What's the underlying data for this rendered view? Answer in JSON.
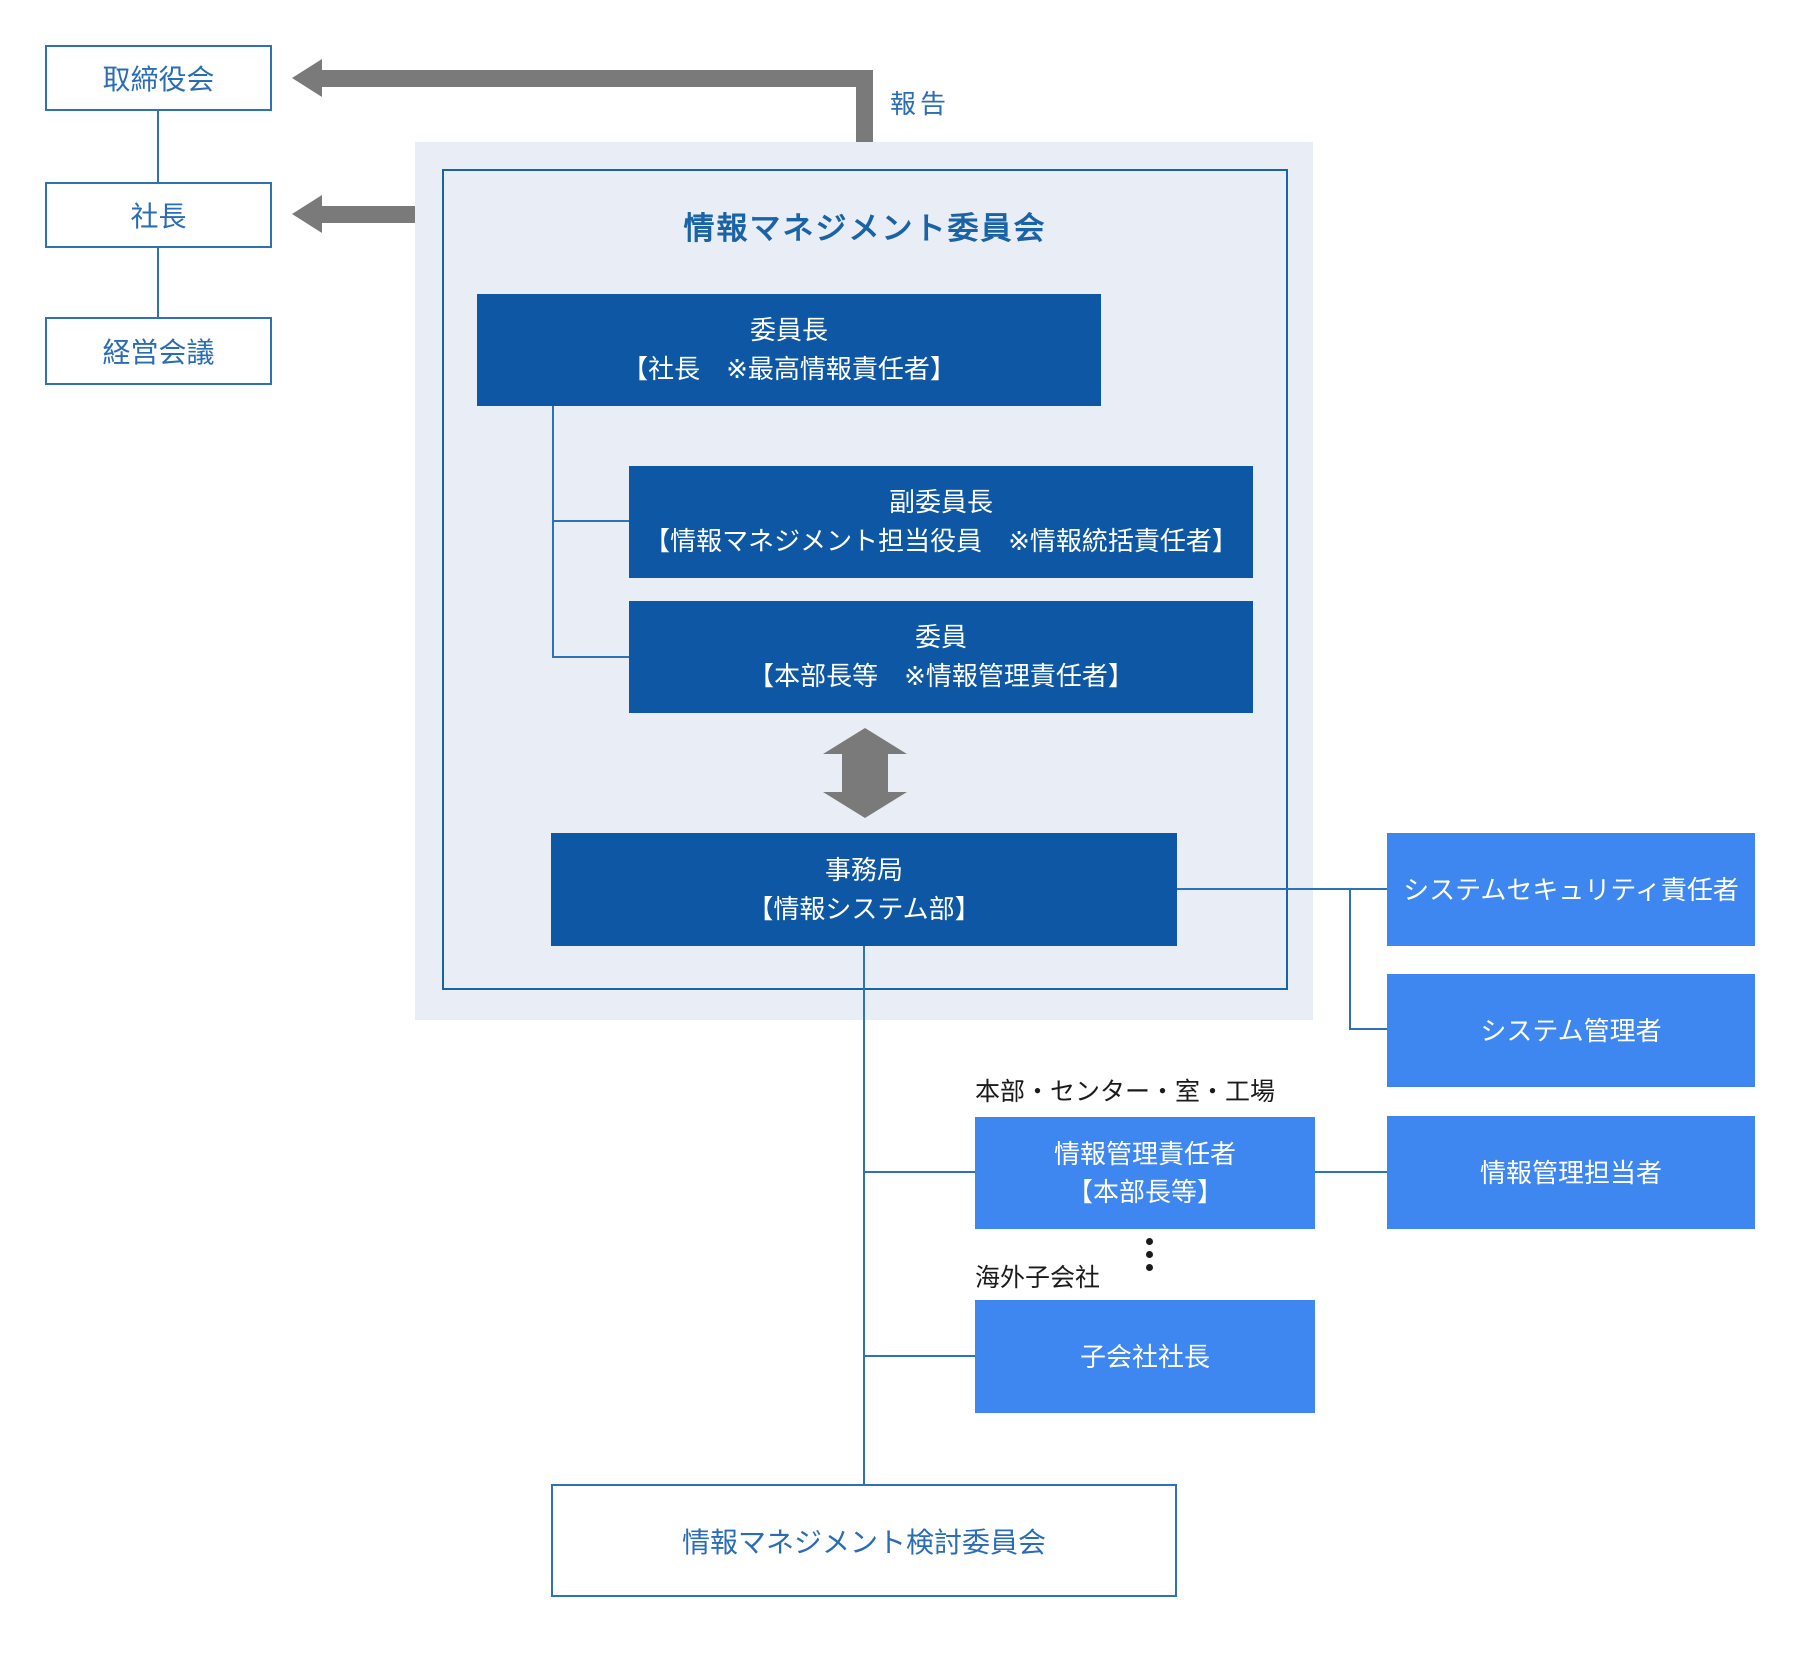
{
  "colors": {
    "dark_box": "#0d57a4",
    "light_box": "#3e86f0",
    "panel": "#e9eef6",
    "panel_border": "#1a63a6",
    "line_blue": "#2e72b5",
    "text_blue": "#2a6db6",
    "arrow_gray": "#7a7a7a",
    "label_black": "#1b1b1b"
  },
  "governance": {
    "board": "取締役会",
    "president": "社長",
    "management_meeting": "経営会議"
  },
  "report_arrow_label": "報告",
  "committee": {
    "title": "情報マネジメント委員会",
    "chairman": {
      "role": "委員長",
      "detail": "【社長　※最高情報責任者】"
    },
    "vice_chairman": {
      "role": "副委員長",
      "detail": "【情報マネジメント担当役員　※情報統括責任者】"
    },
    "member": {
      "role": "委員",
      "detail": "【本部長等　※情報管理責任者】"
    },
    "secretariat": {
      "role": "事務局",
      "detail": "【情報システム部】"
    }
  },
  "related": {
    "system_security_officer": "システムセキュリティ責任者",
    "system_administrator": "システム管理者",
    "info_management_staff": "情報管理担当者"
  },
  "divisions": {
    "label": "本部・センター・室・工場",
    "officer_role": "情報管理責任者",
    "officer_detail": "【本部長等】"
  },
  "overseas": {
    "label": "海外子会社",
    "subsidiary_president": "子会社社長"
  },
  "review_committee": "情報マネジメント検討委員会"
}
